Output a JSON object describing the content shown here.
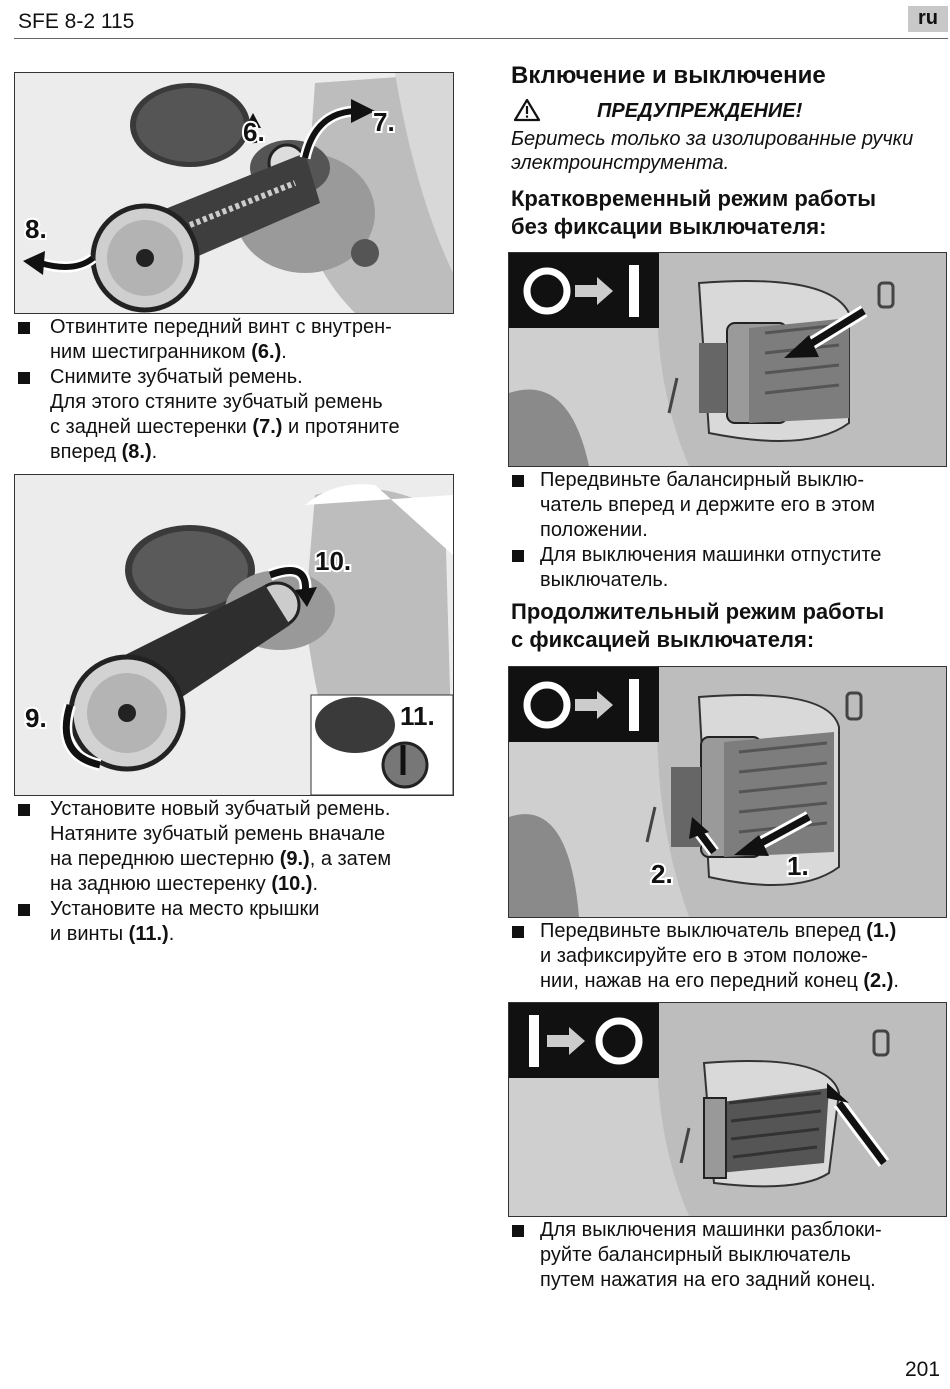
{
  "header": {
    "model": "SFE 8-2 115",
    "lang": "ru"
  },
  "page_number": "201",
  "left": {
    "fig1": {
      "callouts": [
        "6.",
        "7.",
        "8."
      ]
    },
    "bullets1": [
      {
        "line1": "Отвинтите передний винт с внутрен-",
        "line2": "ним шестигранником ",
        "ref": "(6.)",
        "end": "."
      },
      {
        "line1": "Снимите зубчатый ремень."
      }
    ],
    "cont1": {
      "line1": "Для этого стяните зубчатый ремень",
      "line2a": "с задней шестеренки ",
      "ref1": "(7.)",
      "line2b": " и протяните",
      "line3a": "вперед ",
      "ref2": "(8.)",
      "end": "."
    },
    "fig2": {
      "callouts": [
        "10.",
        "9.",
        "11."
      ]
    },
    "bullets2": [
      {
        "line1": "Установите новый зубчатый ремень.",
        "line2": "Натяните зубчатый ремень вначале",
        "line3a": "на переднюю шестерню ",
        "ref1": "(9.)",
        "line3b": ", а затем",
        "line4a": "на заднюю шестеренку ",
        "ref2": "(10.)",
        "end": "."
      },
      {
        "line1": "Установите на место крышки",
        "line2a": "и винты ",
        "ref": "(11.)",
        "end": "."
      }
    ]
  },
  "right": {
    "section_title": "Включение и выключение",
    "warning": {
      "title": "ПРЕДУПРЕЖДЕНИЕ!",
      "line1": "Беритесь только за изолированные ручки",
      "line2": "электроинструмента."
    },
    "sub1": {
      "line1": "Кратковременный режим работы",
      "line2": "без фиксации выключателя:"
    },
    "bullets3": [
      {
        "line1": "Передвиньте балансирный выклю-",
        "line2": "чатель вперед и держите его в этом",
        "line3": "положении."
      },
      {
        "line1": "Для выключения машинки отпустите",
        "line2": "выключатель."
      }
    ],
    "sub2": {
      "line1": "Продолжительный режим работы",
      "line2": "с фиксацией выключателя:"
    },
    "fig4": {
      "callouts": [
        "2.",
        "1."
      ]
    },
    "bullet4": {
      "line1a": "Передвиньте выключатель вперед ",
      "ref1": "(1.)",
      "line2": "и зафиксируйте его в этом положе-",
      "line3a": "нии, нажав на его передний конец ",
      "ref2": "(2.)",
      "end": "."
    },
    "bullet5": {
      "line1": "Для выключения машинки разблоки-",
      "line2": "руйте балансирный выключатель",
      "line3": "путем нажатия на его задний конец."
    }
  }
}
